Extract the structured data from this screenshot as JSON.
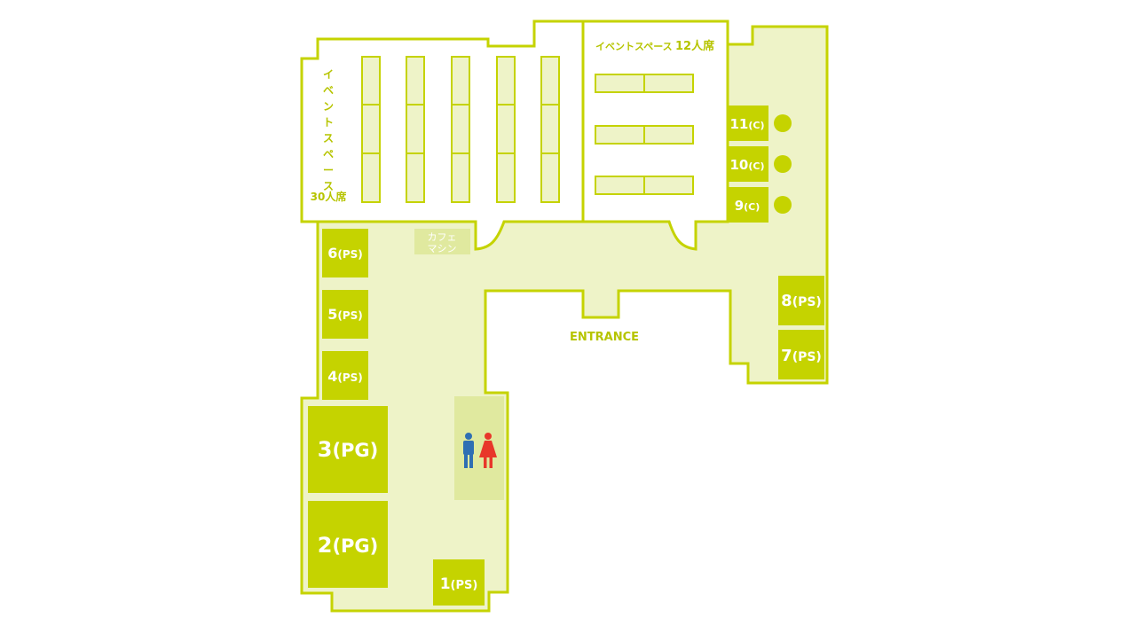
{
  "colors": {
    "accent": "#c5d300",
    "floor": "#eef3c8",
    "wall": "#c5d300",
    "room": "#ffffff",
    "table": "#eef3c8",
    "restroom_area": "#e0e99f",
    "cafe_box": "#e0e99f",
    "male_icon": "#2f6fb3",
    "female_icon": "#e8372a"
  },
  "event_space_large": {
    "label_vertical": [
      "イ",
      "ベ",
      "ン",
      "ト",
      "ス",
      "ペ",
      "ー",
      "ス"
    ],
    "capacity": "30人席"
  },
  "event_space_small": {
    "label": "イベントスペース",
    "capacity": "12人席"
  },
  "cafe_machine": {
    "line1": "カフェ",
    "line2": "マシン"
  },
  "entrance": {
    "label": "ENTRANCE"
  },
  "restroom": {
    "icons": [
      "male-icon",
      "female-icon"
    ]
  },
  "booths": [
    {
      "id": "11",
      "num": "11",
      "type": "(C)"
    },
    {
      "id": "10",
      "num": "10",
      "type": "(C)"
    },
    {
      "id": "9",
      "num": "9",
      "type": "(C)"
    },
    {
      "id": "8",
      "num": "8",
      "type": "(PS)"
    },
    {
      "id": "7",
      "num": "7",
      "type": "(PS)"
    },
    {
      "id": "6",
      "num": "6",
      "type": "(PS)"
    },
    {
      "id": "5",
      "num": "5",
      "type": "(PS)"
    },
    {
      "id": "4",
      "num": "4",
      "type": "(PS)"
    },
    {
      "id": "3",
      "num": "3",
      "type": "(PG)"
    },
    {
      "id": "2",
      "num": "2",
      "type": "(PG)"
    },
    {
      "id": "1",
      "num": "1",
      "type": "(PS)"
    }
  ]
}
